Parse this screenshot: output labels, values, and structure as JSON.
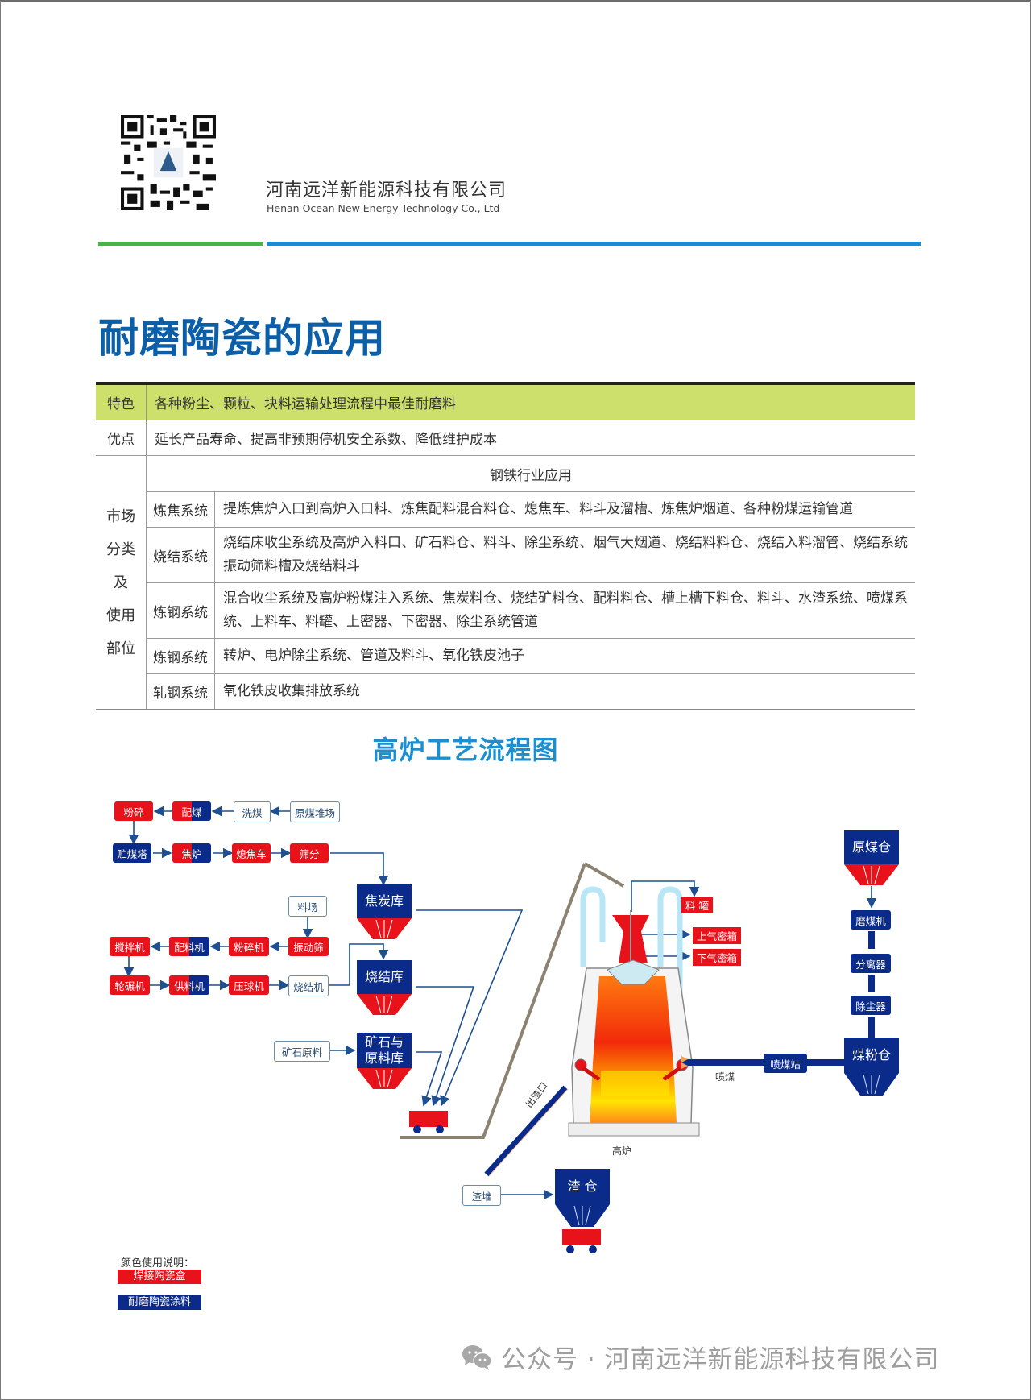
{
  "header": {
    "company_cn": "河南远洋新能源科技有限公司",
    "company_en": "Henan Ocean New Energy Technology Co., Ltd",
    "qr_icon": "qr-code-icon"
  },
  "colors": {
    "bar_green": "#4caf50",
    "bar_blue": "#1e88d0",
    "title_blue": "#0b5ea8",
    "highlight_row": "#cde06c",
    "red_box": "#e8121a",
    "blue_box": "#0b2b8a"
  },
  "page_title": "耐磨陶瓷的应用",
  "spec_table": {
    "feature": {
      "label": "特色",
      "value": "各种粉尘、颗粒、块料运输处理流程中最佳耐磨料"
    },
    "advantage": {
      "label": "优点",
      "value": "延长产品寿命、提高非预期停机安全系数、降低维护成本"
    },
    "market": {
      "label_lines": [
        "市场",
        "分类",
        "及",
        "使用",
        "部位"
      ],
      "section_header": "钢铁行业应用",
      "rows": [
        {
          "system": "炼焦系统",
          "parts": "提炼焦炉入口到高炉入口料、炼焦配料混合料仓、熄焦车、料斗及溜槽、炼焦炉烟道、各种粉煤运输管道"
        },
        {
          "system": "烧结系统",
          "parts": "烧结床收尘系统及高炉入料口、矿石料仓、料斗、除尘系统、烟气大烟道、烧结料料仓、烧结入料溜管、烧结系统振动筛料槽及烧结料斗"
        },
        {
          "system": "炼钢系统",
          "parts": "混合收尘系统及高炉粉煤注入系统、焦炭料仓、烧结矿料仓、配料料仓、槽上槽下料仓、料斗、水渣系统、喷煤系统、上料车、料罐、上密器、下密器、除尘系统管道"
        },
        {
          "system": "炼钢系统",
          "parts": "转炉、电炉除尘系统、管道及料斗、氧化铁皮池子"
        },
        {
          "system": "轧钢系统",
          "parts": "氧化铁皮收集排放系统"
        }
      ]
    }
  },
  "flow": {
    "title": "高炉工艺流程图",
    "coking": {
      "row1": [
        "粉碎",
        "配煤",
        "洗煤",
        "原煤堆场"
      ],
      "row2": [
        "贮煤塔",
        "焦炉",
        "熄焦车",
        "筛分"
      ]
    },
    "sinter": {
      "yard": "料场",
      "row1": [
        "搅拌机",
        "配料机",
        "粉碎机",
        "振动筛"
      ],
      "row2": [
        "轮碾机",
        "供料机",
        "压球机",
        "烧结机"
      ]
    },
    "ore_input": "矿石原料",
    "silos": {
      "coke": "焦炭库",
      "sinter": "烧结库",
      "ore": [
        "矿石与",
        "原料库"
      ],
      "raw_coal": "原煤仓",
      "coal_powder": "煤粉仓",
      "slag": "渣 仓"
    },
    "coal_chain": [
      "磨煤机",
      "分离器",
      "除尘器"
    ],
    "injection_station": "喷煤站",
    "injection_label": "喷煤",
    "furnace_label": "高炉",
    "furnace_tags": [
      "料 罐",
      "上气密箱",
      "下气密箱"
    ],
    "slag_outlet": "出渣口",
    "slag_heap": "渣堆"
  },
  "legend": {
    "title": "颜色使用说明：",
    "items": [
      {
        "label": "焊接陶瓷盒",
        "color": "#e8121a"
      },
      {
        "label": "耐磨陶瓷涂料",
        "color": "#0b2b8a"
      }
    ]
  },
  "watermark": {
    "icon": "wechat-icon",
    "text": "公众号 · 河南远洋新能源科技有限公司"
  }
}
